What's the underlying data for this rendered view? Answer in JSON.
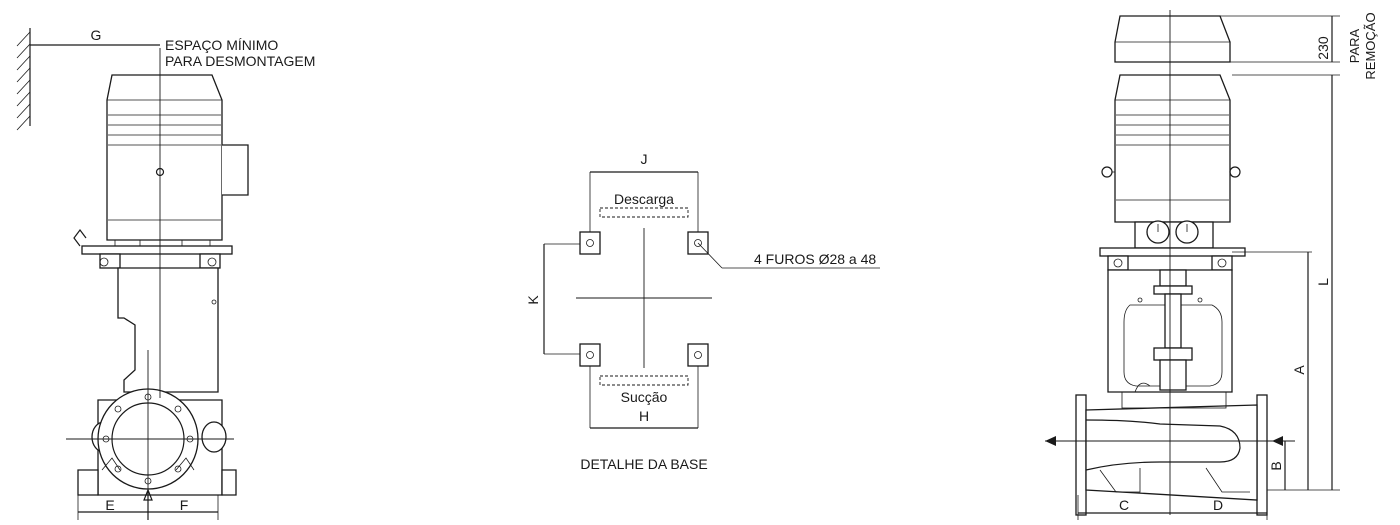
{
  "front_view": {
    "labels": {
      "g": "G",
      "e": "E",
      "f": "F",
      "note_line1": "ESPAÇO MÍNIMO",
      "note_line2": "PARA DESMONTAGEM"
    }
  },
  "base_detail": {
    "labels": {
      "j": "J",
      "k": "K",
      "h": "H",
      "discharge": "Descarga",
      "suction": "Sucção",
      "holes": "4 FUROS Ø28 a 48",
      "caption": "DETALHE DA BASE"
    }
  },
  "side_view": {
    "labels": {
      "removal_value": "230",
      "removal_line1": "PARA",
      "removal_line2": "REMOÇÃO",
      "l": "L",
      "a": "A",
      "b": "B",
      "c": "C",
      "d": "D"
    }
  }
}
